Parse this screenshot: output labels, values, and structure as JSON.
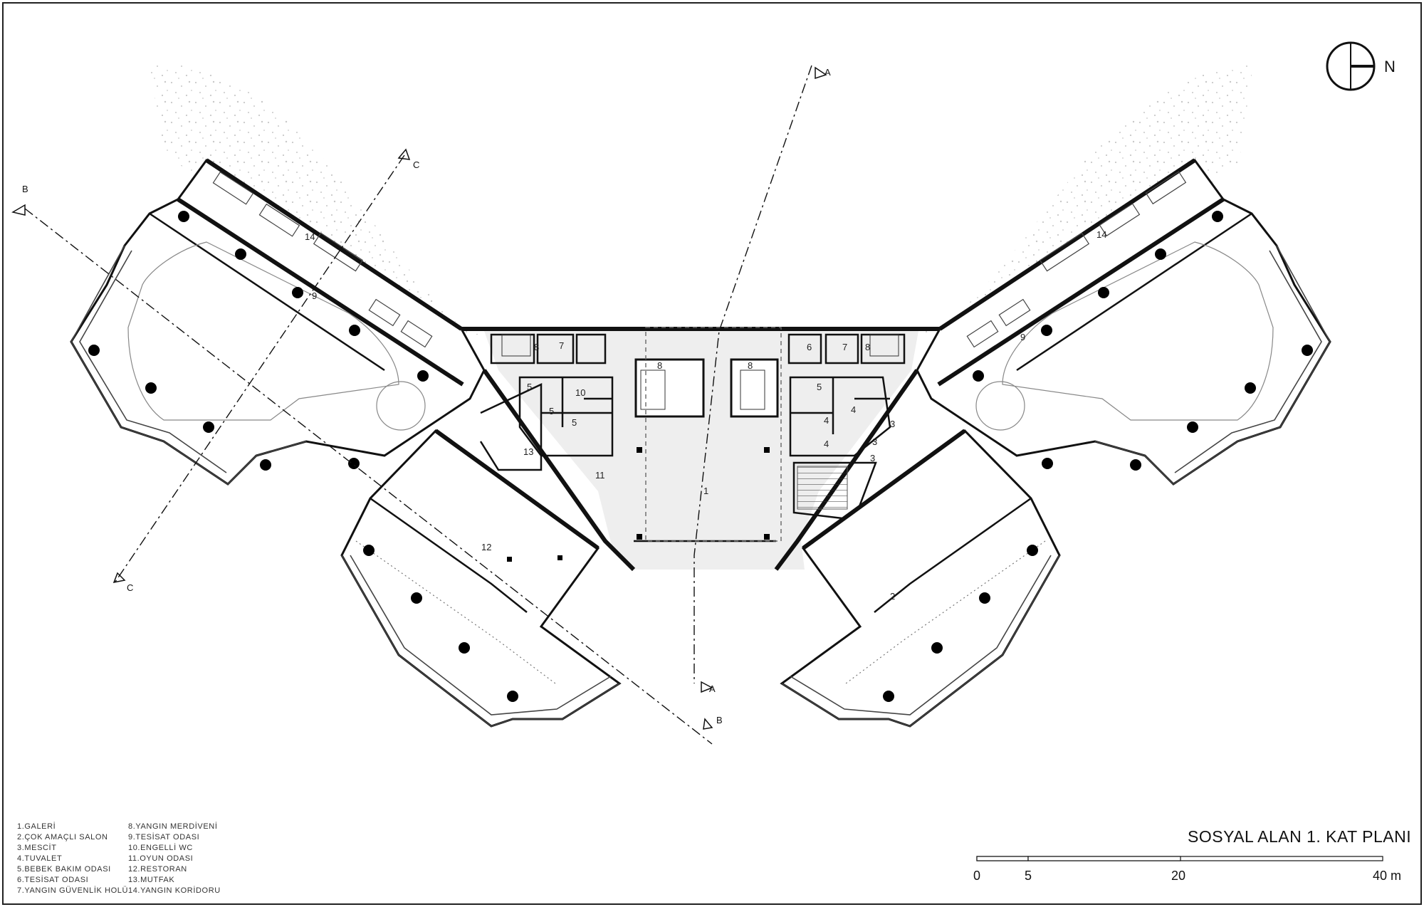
{
  "title": "SOSYAL ALAN 1. KAT PLANI",
  "north_label": "N",
  "legend": {
    "col1": [
      "1.GALERİ",
      "2.ÇOK AMAÇLI SALON",
      "3.MESCİT",
      "4.TUVALET",
      "5.BEBEK BAKIM ODASI",
      "6.TESİSAT ODASI",
      "7.YANGIN GÜVENLİK HOLÜ"
    ],
    "col2": [
      "8.YANGIN MERDİVENİ",
      "9.TESİSAT ODASI",
      "10.ENGELLİ WC",
      "11.OYUN ODASI",
      "12.RESTORAN",
      "13.MUTFAK",
      "14.YANGIN KORİDORU"
    ]
  },
  "scale_bar": {
    "labels": [
      "0",
      "5",
      "20",
      "40 m"
    ]
  },
  "section_markers": [
    "A",
    "A",
    "B",
    "B",
    "C",
    "C"
  ],
  "room_labels": [
    "1",
    "2",
    "3",
    "3",
    "3",
    "4",
    "4",
    "4",
    "5",
    "5",
    "5",
    "5",
    "6",
    "7",
    "7",
    "8",
    "8",
    "8",
    "8",
    "9",
    "9",
    "10",
    "11",
    "12",
    "13",
    "14",
    "14"
  ]
}
